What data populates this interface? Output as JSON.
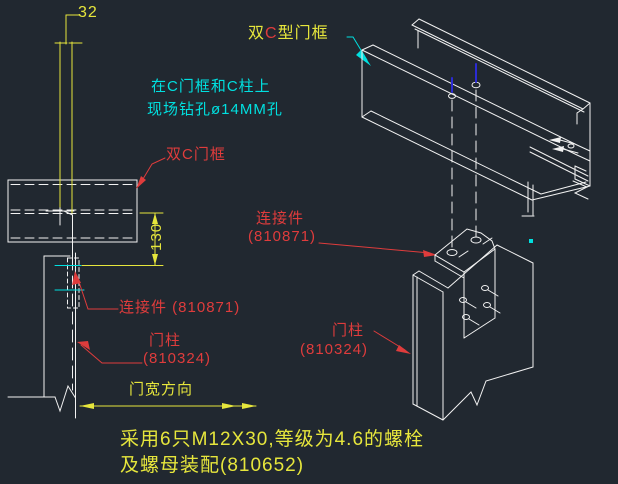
{
  "app": {
    "type": "cad-drawing-canvas"
  },
  "colors": {
    "background": "#212830",
    "geometry_white": "#F2F2F2",
    "annotation_yellow": "#E6E63C",
    "annotation_red": "#DF3C3C",
    "annotation_cyan": "#00E0E0",
    "centerline_blue": "#2B2BD5"
  },
  "dimensions": {
    "flange_width": "32",
    "connector_height": "130"
  },
  "notes": {
    "drill_line1": "在C门框和C柱上",
    "drill_line2": "现场钻孔ø14MM孔",
    "bolt_line1": "采用6只M12X30,等级为4.6的螺栓",
    "bolt_line2": "及螺母装配(810652)",
    "door_width_direction": "门宽方向"
  },
  "labels": {
    "top_frame_prefix": "双",
    "top_frame_c": "C",
    "top_frame_suffix": "型门框",
    "left_frame": "双C门框",
    "connector_left": "连接件 (810871)",
    "connector_right_name": "连接件",
    "connector_right_part": "(810871)",
    "column_left_name": "门柱",
    "column_left_part": "(810324)",
    "column_right_name": "门柱",
    "column_right_part": "(810324)"
  }
}
